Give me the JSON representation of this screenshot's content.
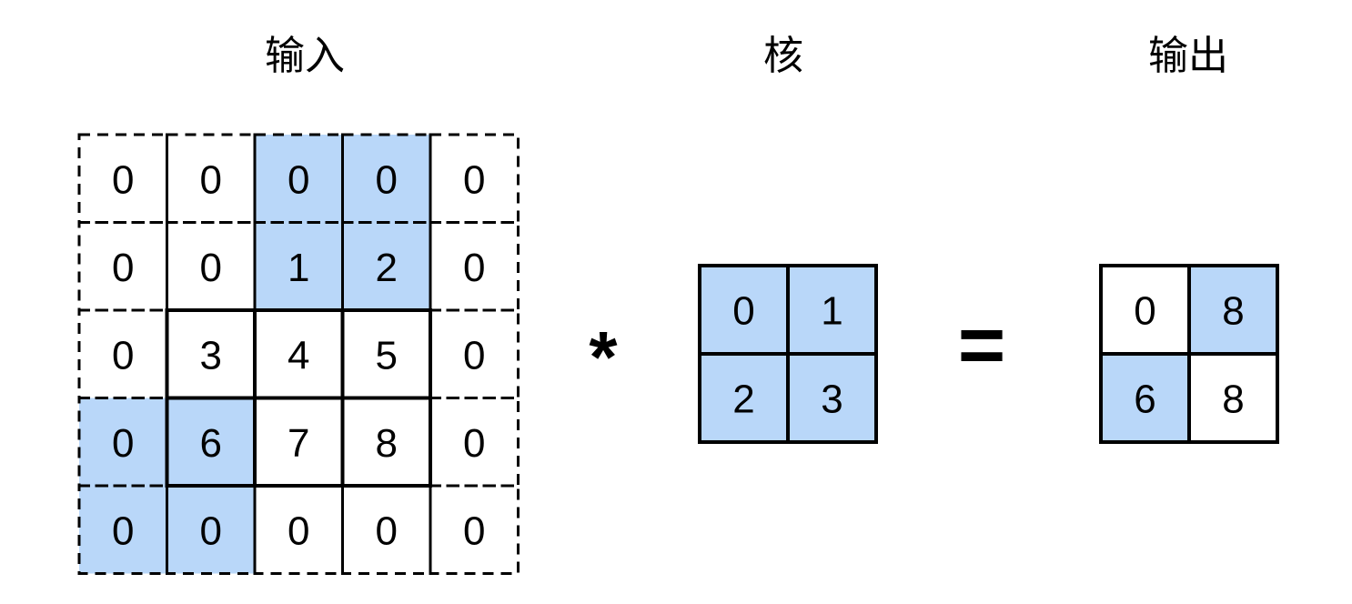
{
  "headings": {
    "input": "输入",
    "kernel": "核",
    "output": "输出"
  },
  "operators": {
    "conv": "*",
    "equals": "="
  },
  "colors": {
    "highlight": "#b9d7f9",
    "line": "#000000",
    "background": "#ffffff"
  },
  "input": {
    "values": [
      [
        "0",
        "0",
        "0",
        "0",
        "0"
      ],
      [
        "0",
        "0",
        "1",
        "2",
        "0"
      ],
      [
        "0",
        "3",
        "4",
        "5",
        "0"
      ],
      [
        "0",
        "6",
        "7",
        "8",
        "0"
      ],
      [
        "0",
        "0",
        "0",
        "0",
        "0"
      ]
    ],
    "highlighted": [
      [
        0,
        2
      ],
      [
        0,
        3
      ],
      [
        1,
        2
      ],
      [
        1,
        3
      ],
      [
        3,
        0
      ],
      [
        3,
        1
      ],
      [
        4,
        0
      ],
      [
        4,
        1
      ]
    ]
  },
  "kernel": {
    "values": [
      [
        "0",
        "1"
      ],
      [
        "2",
        "3"
      ]
    ],
    "highlighted": [
      [
        0,
        0
      ],
      [
        0,
        1
      ],
      [
        1,
        0
      ],
      [
        1,
        1
      ]
    ]
  },
  "output": {
    "values": [
      [
        "0",
        "8"
      ],
      [
        "6",
        "8"
      ]
    ],
    "highlighted": [
      [
        0,
        1
      ],
      [
        1,
        0
      ]
    ]
  }
}
